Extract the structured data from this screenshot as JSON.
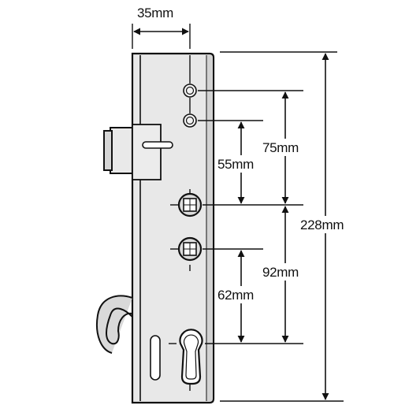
{
  "diagram": {
    "colors": {
      "ink": "#111111",
      "plate_fill": "#e7e7e7",
      "plate_shade": "#cfcfcf",
      "background": "#ffffff"
    },
    "labels": {
      "backset": "35mm",
      "spindle_to_top_cam": "75mm",
      "spindle_to_lower_cam": "55mm",
      "total_length": "228mm",
      "centre_to_top_follower": "92mm",
      "centre_to_lower_follower": "62mm"
    }
  }
}
